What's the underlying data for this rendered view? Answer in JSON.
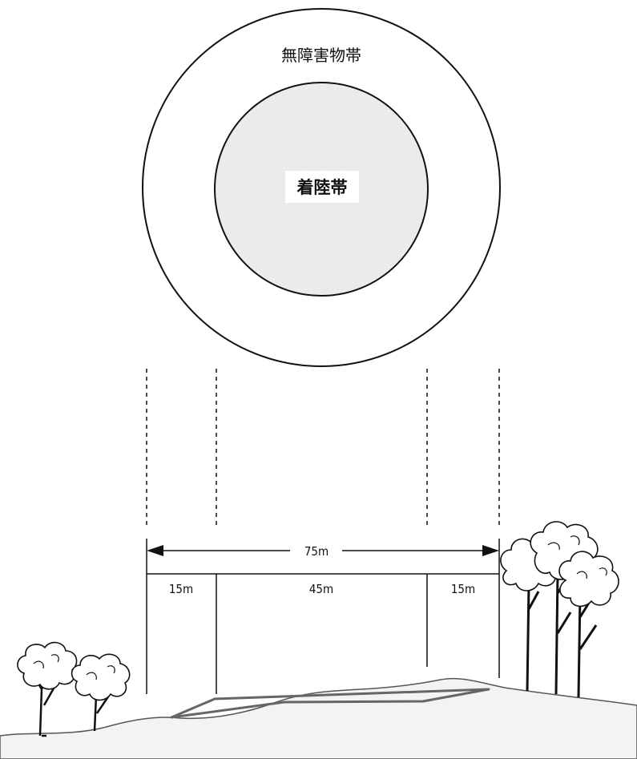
{
  "plan_view": {
    "outer_zone_label": "無障害物帯",
    "inner_zone_label": "着陸帯"
  },
  "dimensions": {
    "total": "75m",
    "left_margin": "15m",
    "center": "45m",
    "right_margin": "15m"
  },
  "colors": {
    "line": "#111111",
    "landing_zone_fill": "#e9e9e9",
    "ground_fill": "#f2f2f2",
    "foliage_fill": "#ffffff"
  }
}
